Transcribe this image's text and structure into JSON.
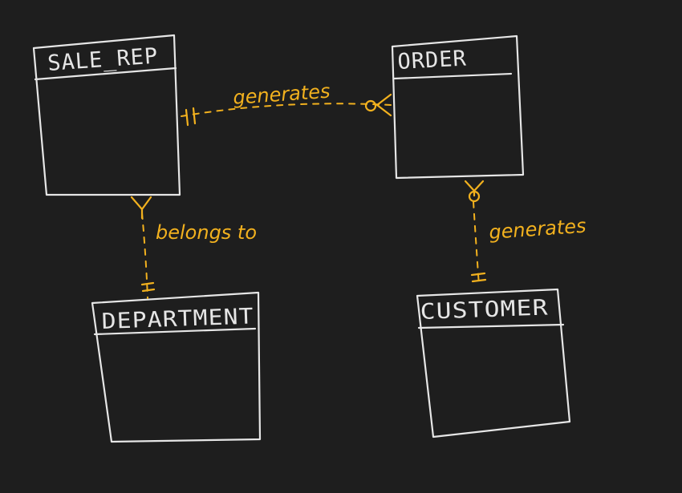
{
  "diagram": {
    "entities": {
      "sale_rep": "SALE_REP",
      "order": "ORDER",
      "department": "DEPARTMENT",
      "customer": "CUSTOMER"
    },
    "relationships": {
      "rep_order": "generates",
      "rep_department": "belongs to",
      "order_customer": "generates"
    },
    "colors": {
      "background": "#1e1e1e",
      "entity_stroke": "#e6e6e6",
      "relationship": "#f2b11e"
    }
  }
}
